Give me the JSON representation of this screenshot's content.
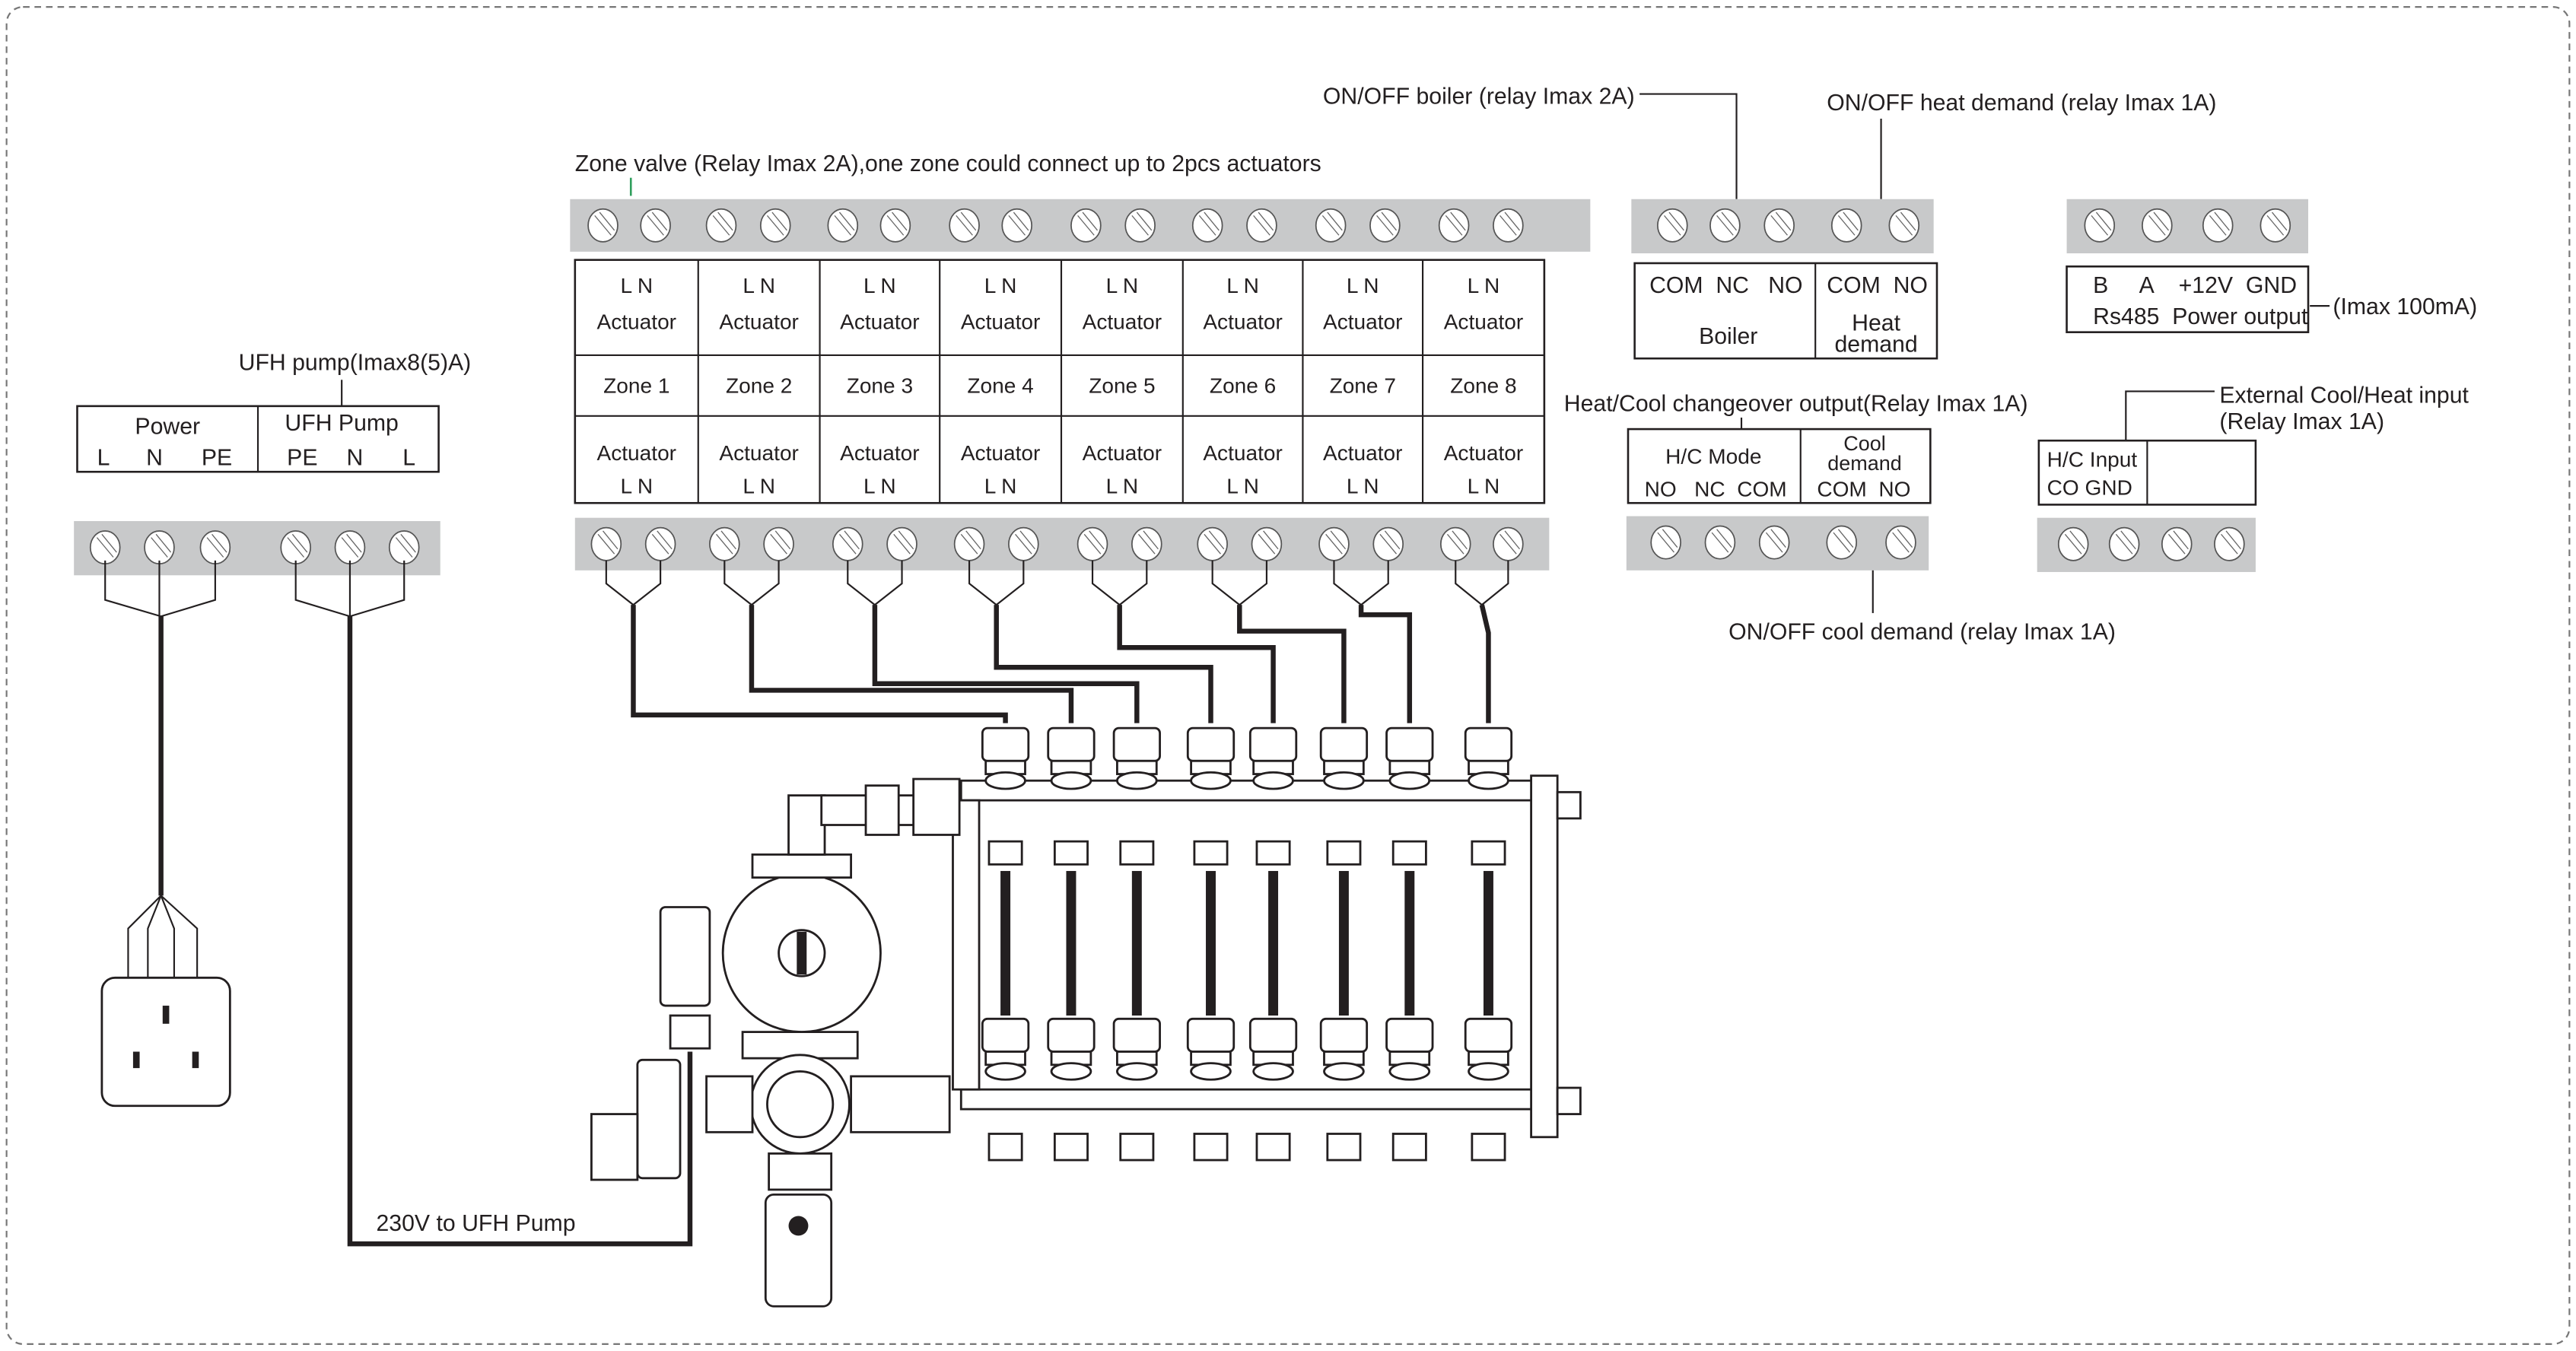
{
  "colors": {
    "terminal_strip": "#c8c9ca",
    "line": "#231f20",
    "zone_valve_marker": "#2e9e5b"
  },
  "power_block": {
    "caption": "UFH pump(Imax8(5)A)",
    "power_label": "Power",
    "power_pins": [
      "L",
      "N",
      "PE"
    ],
    "pump_label": "UFH Pump",
    "pump_pins": [
      "PE",
      "N",
      "L"
    ]
  },
  "pump_wire_label": "230V to UFH Pump",
  "zone_block": {
    "caption": "Zone valve (Relay Imax 2A),one zone could connect up to 2pcs actuators",
    "zones": [
      {
        "top_pins": "L    N",
        "top_label": "Actuator",
        "zone": "Zone 1",
        "bottom_label": "Actuator",
        "bottom_pins": "L    N"
      },
      {
        "top_pins": "L    N",
        "top_label": "Actuator",
        "zone": "Zone 2",
        "bottom_label": "Actuator",
        "bottom_pins": "L    N"
      },
      {
        "top_pins": "L    N",
        "top_label": "Actuator",
        "zone": "Zone 3",
        "bottom_label": "Actuator",
        "bottom_pins": "L    N"
      },
      {
        "top_pins": "L    N",
        "top_label": "Actuator",
        "zone": "Zone 4",
        "bottom_label": "Actuator",
        "bottom_pins": "L    N"
      },
      {
        "top_pins": "L    N",
        "top_label": "Actuator",
        "zone": "Zone 5",
        "bottom_label": "Actuator",
        "bottom_pins": "L    N"
      },
      {
        "top_pins": "L    N",
        "top_label": "Actuator",
        "zone": "Zone 6",
        "bottom_label": "Actuator",
        "bottom_pins": "L    N"
      },
      {
        "top_pins": "L    N",
        "top_label": "Actuator",
        "zone": "Zone 7",
        "bottom_label": "Actuator",
        "bottom_pins": "L    N"
      },
      {
        "top_pins": "L    N",
        "top_label": "Actuator",
        "zone": "Zone 8",
        "bottom_label": "Actuator",
        "bottom_pins": "L    N"
      }
    ]
  },
  "boiler_block": {
    "boiler_caption": "ON/OFF boiler (relay Imax 2A)",
    "heat_caption": "ON/OFF heat demand (relay Imax 1A)",
    "boiler_pins": "COM  NC   NO",
    "boiler_label": "Boiler",
    "heat_pins": "COM  NO",
    "heat_label_1": "Heat",
    "heat_label_2": "demand"
  },
  "rs485_block": {
    "pins": "B     A    +12V  GND",
    "label": "Rs485  Power output",
    "note": "(Imax 100mA)"
  },
  "changeover_block": {
    "caption": "Heat/Cool changeover output(Relay Imax 1A)",
    "mode_label": "H/C Mode",
    "mode_pins": "NO   NC  COM",
    "cool_label_1": "Cool",
    "cool_label_2": "demand",
    "cool_pins": "COM  NO",
    "cool_caption": "ON/OFF cool demand (relay Imax 1A)"
  },
  "external_input_block": {
    "caption_1": "External Cool/Heat input",
    "caption_2": "(Relay Imax 1A)",
    "label": "H/C Input",
    "pins": "CO GND"
  }
}
